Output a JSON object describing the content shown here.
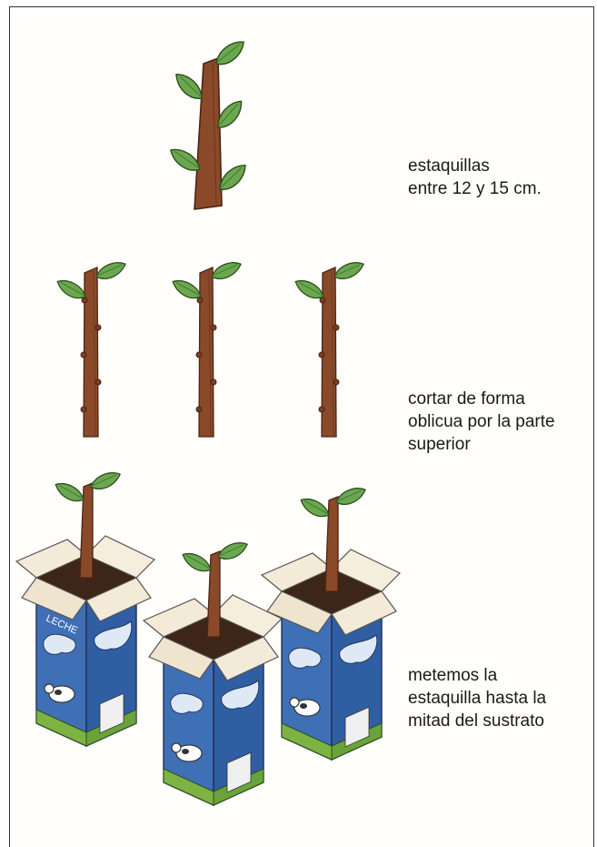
{
  "captions": {
    "step1": "estaquillas\nentre 12 y 15 cm.",
    "step2": "cortar de forma\noblicua por la parte\nsuperior",
    "step3": "metemos la\nestaquilla hasta la\nmitad del sustrato"
  },
  "illustration_labels": {
    "carton_text": "LECHE"
  },
  "colors": {
    "stem": "#8a4a2a",
    "stem_dark": "#5e2e18",
    "leaf": "#6aa84f",
    "leaf_dark": "#3d6e2a",
    "carton_blue": "#3f6fb5",
    "carton_light": "#8fb2dd",
    "flap": "#f3ead7",
    "soil": "#3d2618",
    "grass": "#7cb342"
  }
}
